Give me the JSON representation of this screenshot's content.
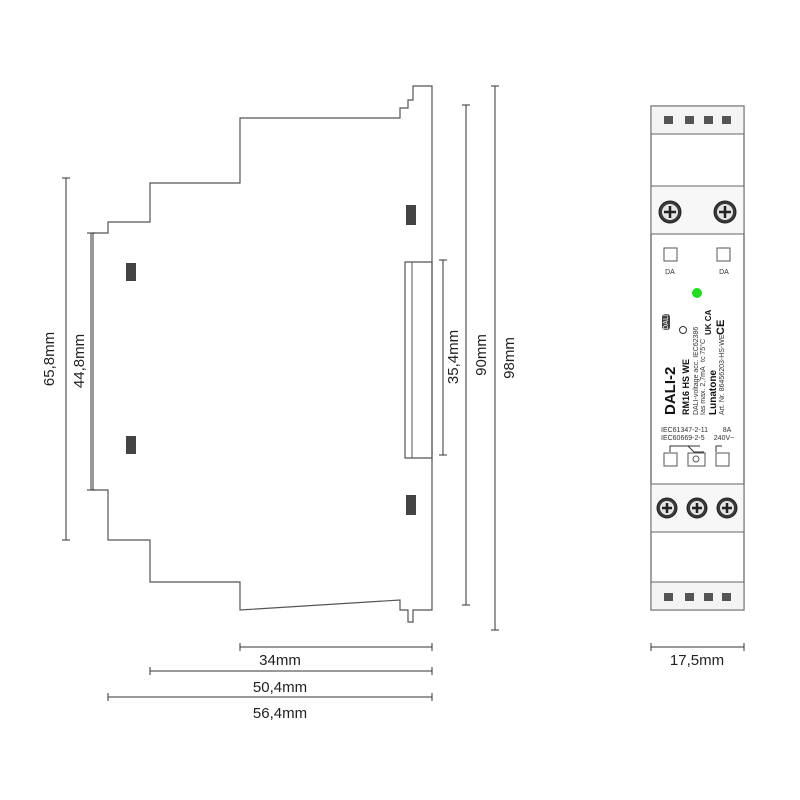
{
  "dimensions": {
    "height_outer": "65,8mm",
    "height_inner": "44,8mm",
    "height_mid": "35,4mm",
    "height_90": "90mm",
    "height_98": "98mm",
    "width_34": "34mm",
    "width_50": "50,4mm",
    "width_56": "56,4mm",
    "width_front": "17,5mm"
  },
  "front_panel": {
    "terminal_label_left": "DA",
    "terminal_label_right": "DA",
    "product_title": "DALI-2",
    "model": "RM16 HS WE",
    "spec_line_1": "DALI-voltage acc. IEC62386",
    "spec_line_2": "Ias max. 2,7mA",
    "tc_rating": "tc 75°C",
    "brand": "Lunatone",
    "article_number": "Art. Nr. 86456203-HS-WE",
    "standard_1": "IEC61347-2-11",
    "standard_2": "IEC60669-2-5",
    "current_rating": "8A",
    "voltage_rating": "240V~",
    "mark_ukca": "UK CA",
    "mark_ce": "CE",
    "mark_dali": "DALI",
    "led_color": "#22dd22"
  },
  "colors": {
    "line": "#333333",
    "body_fill": "#ffffff",
    "body_stroke": "#555555",
    "clip_fill": "#444444"
  }
}
